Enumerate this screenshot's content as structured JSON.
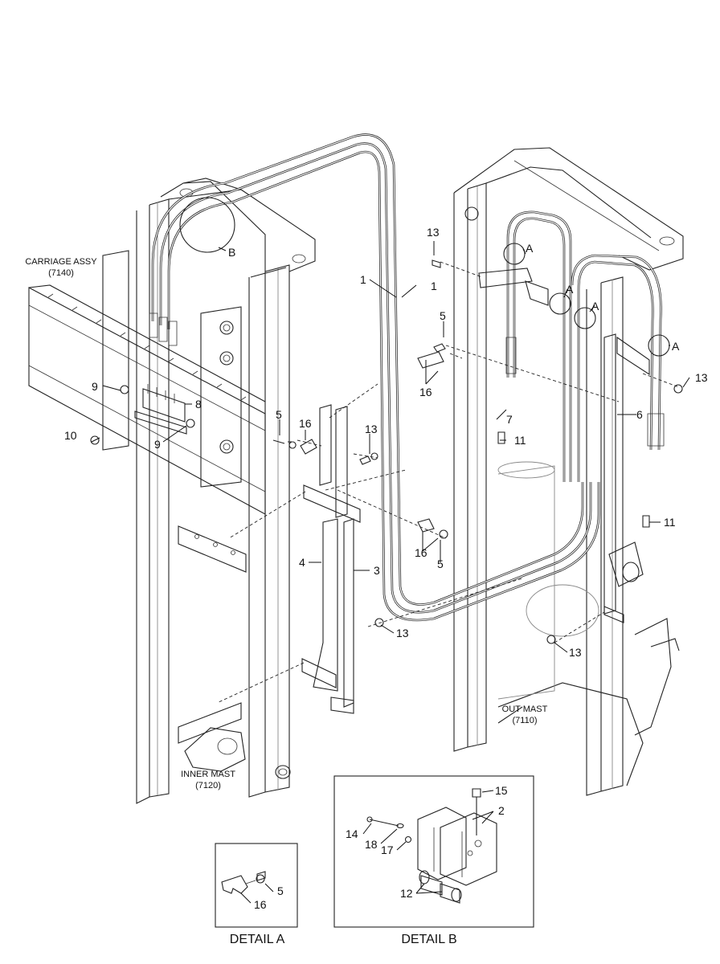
{
  "assemblies": {
    "carriage": {
      "name": "CARRIAGE ASSY",
      "code": "(7140)"
    },
    "inner_mast": {
      "name": "INNER MAST",
      "code": "(7120)"
    },
    "out_mast": {
      "name": "OUT MAST",
      "code": "(7110)"
    }
  },
  "callouts": {
    "detail_a": "A",
    "detail_b": "B"
  },
  "part_numbers": {
    "p1": "1",
    "p2": "2",
    "p3": "3",
    "p4": "4",
    "p5": "5",
    "p6": "6",
    "p7": "7",
    "p8": "8",
    "p9": "9",
    "p10": "10",
    "p11": "11",
    "p12": "12",
    "p13": "13",
    "p14": "14",
    "p15": "15",
    "p16": "16",
    "p17": "17",
    "p18": "18"
  },
  "details": {
    "a_title": "DETAIL A",
    "b_title": "DETAIL B"
  }
}
